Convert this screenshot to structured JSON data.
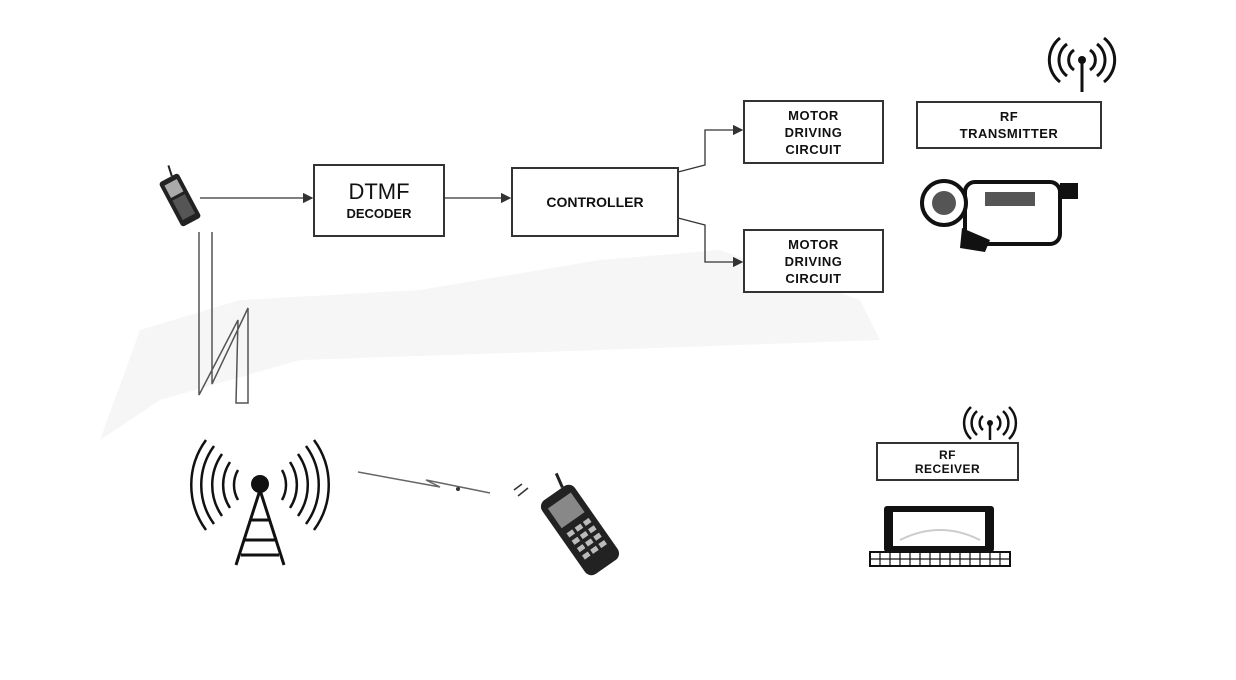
{
  "blocks": {
    "dtmf": {
      "line1": "DTMF",
      "line2": "DECODER"
    },
    "controller": {
      "label": "CONTROLLER"
    },
    "motor_top": {
      "line1": "MOTOR",
      "line2": "DRIVING",
      "line3": "CIRCUIT"
    },
    "motor_bottom": {
      "line1": "MOTOR",
      "line2": "DRIVING",
      "line3": "CIRCUIT"
    },
    "rf_transmitter": {
      "line1": "RF",
      "line2": "TRANSMITTER"
    },
    "rf_receiver": {
      "line1": "RF",
      "line2": "RECEIVER"
    }
  },
  "icons": [
    "mobile-phone-icon",
    "cell-tower-icon",
    "handset-icon",
    "video-camera-icon",
    "antenna-icon",
    "computer-icon",
    "lightning-icon"
  ],
  "colors": {
    "line": "#333333",
    "faint": "#dddddd"
  }
}
